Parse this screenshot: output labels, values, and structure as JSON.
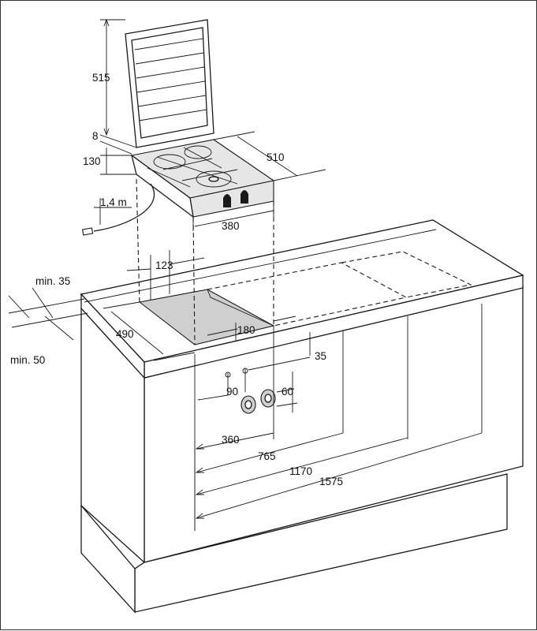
{
  "labels": {
    "lid_height": "515",
    "lid_gap": "8",
    "unit_height": "130",
    "depth": "510",
    "cable_length": "1,4 m",
    "width": "380",
    "cutout_offset": "123",
    "min_back": "min. 35",
    "min_front": "min. 50",
    "cutout_depth": "490",
    "cutout_width": "180",
    "knob_top": "35",
    "knob_spacing": "90",
    "knob_height": "60",
    "pos_360": "360",
    "pos_765": "765",
    "pos_1170": "1170",
    "pos_1575": "1575"
  }
}
